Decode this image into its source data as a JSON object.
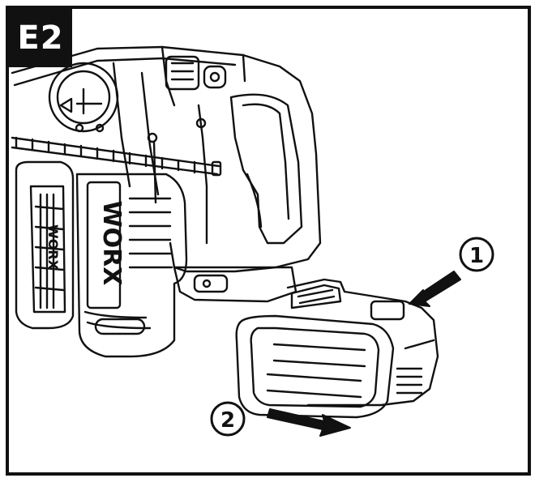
{
  "figure": {
    "label": "E2",
    "brand_text": "WORX",
    "steps": [
      {
        "number": "1",
        "action": "press-release-button-arrow"
      },
      {
        "number": "2",
        "action": "slide-battery-out-arrow"
      }
    ]
  },
  "colors": {
    "line": "#111111",
    "background": "#ffffff",
    "label_bg": "#111111",
    "label_text": "#ffffff"
  },
  "icons": [
    "rotary-hammer-drill",
    "battery-pack-icon",
    "arrow-right-icon"
  ]
}
